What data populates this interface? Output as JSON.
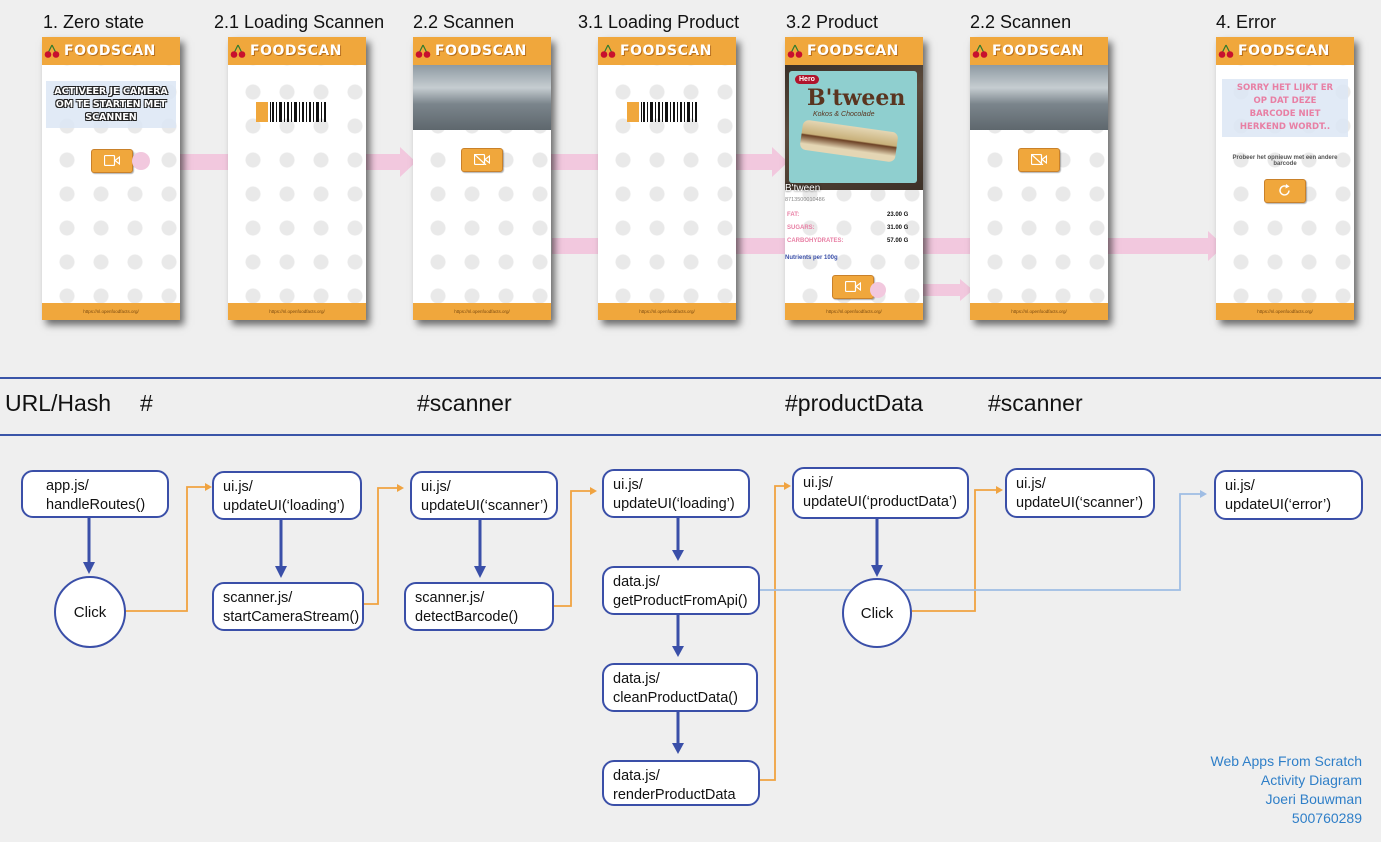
{
  "screens": [
    {
      "title": "1. Zero state"
    },
    {
      "title": "2.1 Loading Scannen"
    },
    {
      "title": "2.2 Scannen"
    },
    {
      "title": "3.1 Loading Product"
    },
    {
      "title": "3.2 Product"
    },
    {
      "title": "2.2 Scannen"
    },
    {
      "title": "4. Error"
    }
  ],
  "app": {
    "brand": "FOODSCAN",
    "footer_url": "https://nl.openfoodfacts.org/"
  },
  "zero_state": {
    "message": "ACTIVEER JE CAMERA OM TE STARTEN MET SCANNEN"
  },
  "product": {
    "box_brand": "Hero",
    "box_title": "B'tween",
    "box_subtitle": "Kokos & Chocolade",
    "name": "B'tween",
    "barcode": "8713500010486",
    "nutrients": [
      {
        "label": "FAT:",
        "value": "23.00 G"
      },
      {
        "label": "SUGARS:",
        "value": "31.00 G"
      },
      {
        "label": "CARBOHYDRATES:",
        "value": "57.00 G"
      }
    ],
    "nutrients_note": "Nutrients per 100g"
  },
  "error": {
    "message": "SORRY HET LIJKT ER OP DAT DEZE BARCODE NIET HERKEND WORDT..",
    "hint": "Probeer het opnieuw met een andere barcode"
  },
  "hash_row": {
    "label": "URL/Hash",
    "items": [
      "#",
      "#scanner",
      "#productData",
      "#scanner"
    ]
  },
  "flow": {
    "app_handle_routes": {
      "line1": "app.js/",
      "line2": "handleRoutes()"
    },
    "click_1": "Click",
    "ui_loading_1": {
      "line1": "ui.js/",
      "line2": "updateUI(‘loading’)"
    },
    "scanner_start": {
      "line1": "scanner.js/",
      "line2": "startCameraStream()"
    },
    "ui_scanner_1": {
      "line1": "ui.js/",
      "line2": "updateUI(‘scanner’)"
    },
    "scanner_detect": {
      "line1": "scanner.js/",
      "line2": "detectBarcode()"
    },
    "ui_loading_2": {
      "line1": "ui.js/",
      "line2": "updateUI(‘loading’)"
    },
    "data_get": {
      "line1": "data.js/",
      "line2": "getProductFromApi()"
    },
    "data_clean": {
      "line1": "data.js/",
      "line2": "cleanProductData()"
    },
    "data_render": {
      "line1": "data.js/",
      "line2": "renderProductData"
    },
    "ui_product": {
      "line1": "ui.js/",
      "line2": "updateUI(‘productData’)"
    },
    "click_2": "Click",
    "ui_scanner_2": {
      "line1": "ui.js/",
      "line2": "updateUI(‘scanner’)"
    },
    "ui_error": {
      "line1": "ui.js/",
      "line2": "updateUI(‘error’)"
    }
  },
  "credits": {
    "line1": "Web Apps From Scratch",
    "line2": "Activity Diagram",
    "line3": "Joeri Bouwman",
    "line4": "500760289"
  },
  "colors": {
    "app_orange": "#f0a73c",
    "pink_arrow": "#f2c8de",
    "node_border": "#3a4fa8",
    "orange_flow": "#f0a340",
    "light_blue_flow": "#9fbde4",
    "credits_blue": "#2f7fc8",
    "error_text": "#e87fa4"
  }
}
